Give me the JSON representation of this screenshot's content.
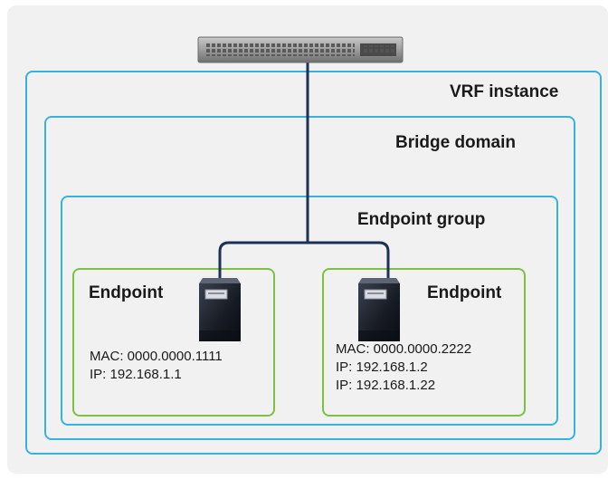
{
  "diagram": {
    "containers": {
      "vrf_label": "VRF instance",
      "bridge_domain_label": "Bridge domain",
      "endpoint_group_label": "Endpoint group"
    },
    "endpoints": [
      {
        "label": "Endpoint",
        "mac": "MAC: 0000.0000.1111",
        "ips": [
          "IP: 192.168.1.1"
        ]
      },
      {
        "label": "Endpoint",
        "mac": "MAC: 0000.0000.2222",
        "ips": [
          "IP: 192.168.1.2",
          "IP: 192.168.1.22"
        ]
      }
    ],
    "icons": {
      "switch": "network-switch-icon",
      "server": "server-icon"
    },
    "colors": {
      "container_border": "#35b3df",
      "endpoint_border": "#7cc143",
      "link": "#1c3156",
      "background": "#f1f1f2"
    }
  }
}
